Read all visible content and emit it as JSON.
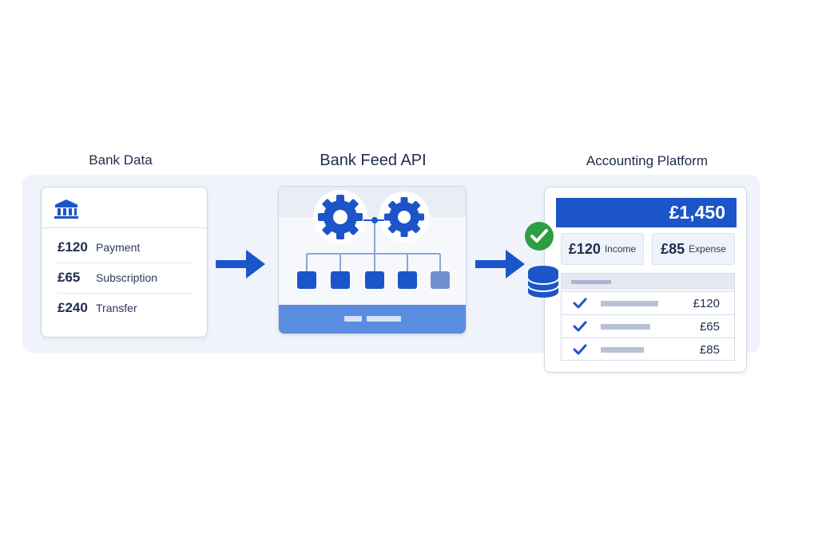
{
  "titles": {
    "bank": "Bank Data",
    "api": "Bank Feed API",
    "accounting": "Accounting Platform"
  },
  "bank_card": {
    "icon": "bank-icon",
    "rows": [
      {
        "amount": "£120",
        "label": "Payment"
      },
      {
        "amount": "£65",
        "label": "Subscription"
      },
      {
        "amount": "£240",
        "label": "Transfer"
      }
    ]
  },
  "api_card": {
    "icons": [
      "gear-icon",
      "gear-icon",
      "node-icon"
    ]
  },
  "accounting": {
    "total": "£1,450",
    "income": {
      "value": "£120",
      "label": "Income"
    },
    "expense": {
      "value": "£85",
      "label": "Expense"
    },
    "transactions": [
      {
        "amount": "£120"
      },
      {
        "amount": "£65"
      },
      {
        "amount": "£85"
      }
    ]
  },
  "colors": {
    "primary": "#1c55c9",
    "success": "#2e9e44",
    "band": "#f0f3fa"
  }
}
